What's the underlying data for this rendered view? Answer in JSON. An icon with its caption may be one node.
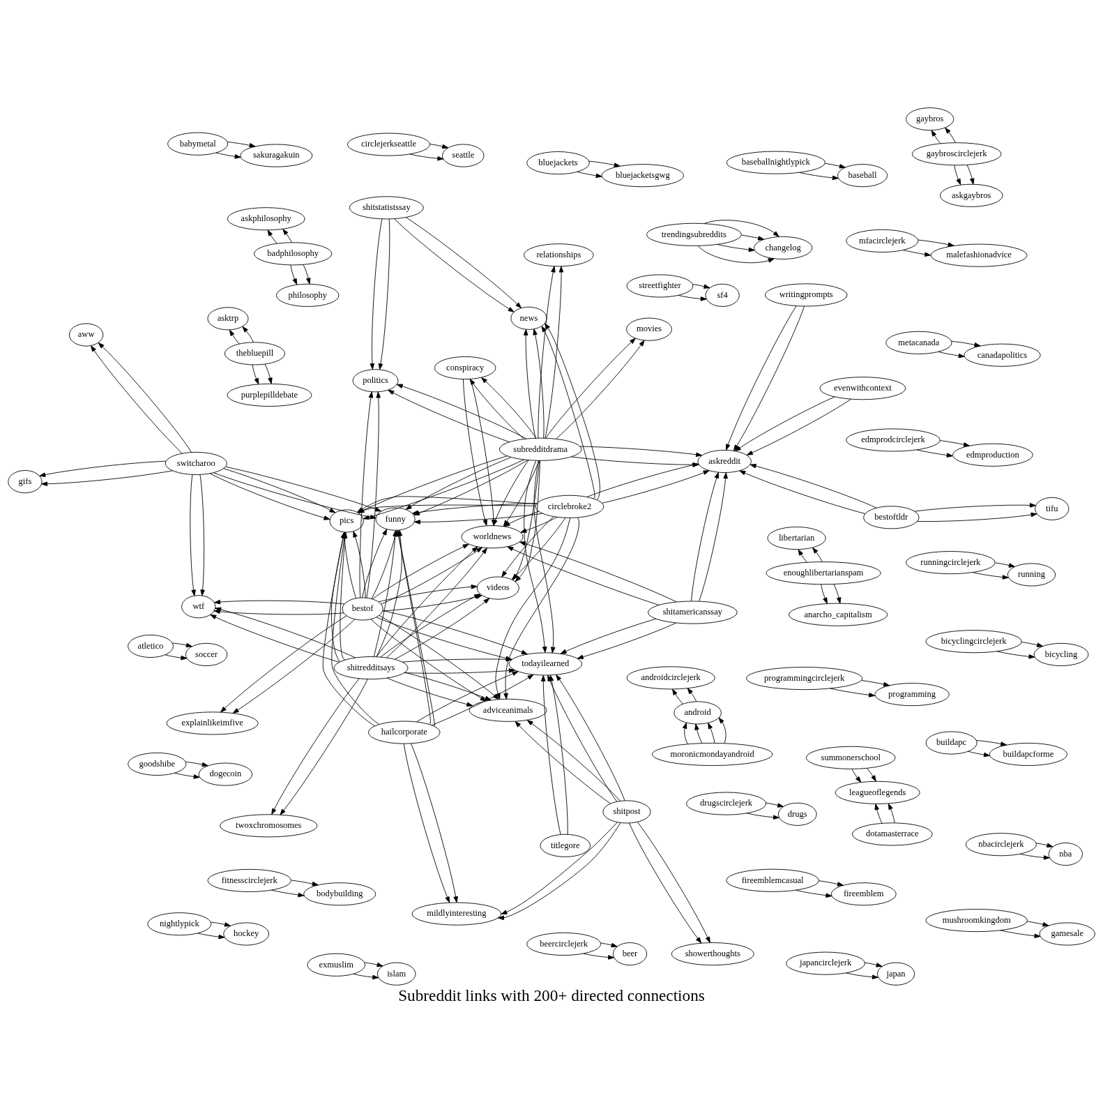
{
  "diagram": {
    "title": "Subreddit links with 200+ directed connections",
    "nodes": [
      {
        "text": [
          "asktrp"
        ]
      },
      {
        "text": [
          "aww"
        ]
      },
      {
        "text": [
          "gaybros"
        ]
      },
      {
        "text": [
          "thebluepill"
        ]
      },
      {
        "text": [
          "streetfighter"
        ]
      },
      {
        "text": [
          "atletico"
        ]
      },
      {
        "text": [
          "sf4"
        ]
      },
      {
        "text": [
          "soccer"
        ]
      },
      {
        "text": [
          "gaybroscirclejerk"
        ]
      },
      {
        "text": [
          "purplepilldebate"
        ]
      },
      {
        "text": [
          "twoxchromosomes"
        ]
      },
      {
        "text": [
          "askgaybros"
        ]
      },
      {
        "text": [
          "metacanada"
        ]
      },
      {
        "text": [
          "canadapolitics"
        ]
      },
      {
        "text": [
          "runningcirclejerk"
        ]
      },
      {
        "text": [
          "running"
        ]
      },
      {
        "text": [
          "gifs"
        ]
      },
      {
        "text": [
          "wtf"
        ]
      },
      {
        "text": [
          "androidcirclejerk"
        ]
      },
      {
        "text": [
          "nightlypick"
        ]
      },
      {
        "text": [
          "explainlikeimfive"
        ]
      },
      {
        "text": [
          "hockey"
        ]
      },
      {
        "text": [
          "switcharoo"
        ]
      },
      {
        "text": [
          "android"
        ]
      },
      {
        "text": [
          "moronicmondayandroid"
        ]
      },
      {
        "text": [
          "mildlyinteresting"
        ]
      },
      {
        "text": [
          "shitredditsays"
        ]
      },
      {
        "text": [
          "summonerschool"
        ]
      },
      {
        "text": [
          "hailcorporate"
        ]
      },
      {
        "text": [
          "libertarian"
        ]
      },
      {
        "text": [
          "leagueoflegends"
        ]
      },
      {
        "text": [
          "pics"
        ]
      },
      {
        "text": [
          "enoughlibertarianspam"
        ]
      },
      {
        "text": [
          "dotamasterrace"
        ]
      },
      {
        "text": [
          "bestof"
        ]
      },
      {
        "text": [
          "funny"
        ]
      },
      {
        "text": [
          "anarcho_capitalism"
        ]
      },
      {
        "text": [
          "videos"
        ]
      },
      {
        "text": [
          "buildapc"
        ]
      },
      {
        "text": [
          "beercirclejerk"
        ]
      },
      {
        "text": [
          "buildapcforme"
        ]
      },
      {
        "text": [
          "adviceanimals"
        ]
      },
      {
        "text": [
          "beer"
        ]
      },
      {
        "text": [
          "shitpost"
        ]
      },
      {
        "text": [
          "showerthoughts"
        ]
      },
      {
        "text": [
          "worldnews"
        ]
      },
      {
        "text": [
          "todayilearned"
        ]
      },
      {
        "text": [
          "conspiracy"
        ]
      },
      {
        "text": [
          "edmprodcirclejerk"
        ]
      },
      {
        "text": [
          "circlebroke2"
        ]
      },
      {
        "text": [
          "edmproduction"
        ]
      },
      {
        "text": [
          "relationships"
        ]
      },
      {
        "text": [
          "subredditdrama"
        ]
      },
      {
        "text": [
          "circlejerkseattle"
        ]
      },
      {
        "text": [
          "politics"
        ]
      },
      {
        "text": [
          "titlegore"
        ]
      },
      {
        "text": [
          "seattle"
        ]
      },
      {
        "text": [
          "japancirclejerk"
        ]
      },
      {
        "text": [
          "japan"
        ]
      },
      {
        "text": [
          "fitnesscirclejerk"
        ]
      },
      {
        "text": [
          "bodybuilding"
        ]
      },
      {
        "text": [
          "shitamericanssay"
        ]
      },
      {
        "text": [
          "programmingcirclejerk"
        ]
      },
      {
        "text": [
          "programming"
        ]
      },
      {
        "text": [
          "askreddit"
        ]
      },
      {
        "text": [
          "evenwithcontext"
        ]
      },
      {
        "text": [
          "news"
        ]
      },
      {
        "text": [
          "babymetal"
        ]
      },
      {
        "text": [
          "sakuragakuin"
        ]
      },
      {
        "text": [
          "movies"
        ]
      },
      {
        "text": [
          "mfacirclejerk"
        ]
      },
      {
        "text": [
          "shitstatistssay"
        ]
      },
      {
        "text": [
          "malefashionadvice"
        ]
      },
      {
        "text": [
          "nbacirclejerk"
        ]
      },
      {
        "text": [
          "nba"
        ]
      },
      {
        "text": [
          "mushroomkingdom"
        ]
      },
      {
        "text": [
          "writingprompts"
        ]
      },
      {
        "text": [
          "gamesale"
        ]
      },
      {
        "text": [
          "bicyclingcirclejerk"
        ]
      },
      {
        "text": [
          "bicycling"
        ]
      },
      {
        "text": [
          "trendingsubreddits"
        ]
      },
      {
        "text": [
          "changelog"
        ]
      },
      {
        "text": [
          "askphilosophy"
        ]
      },
      {
        "text": [
          "fireemblemcasual"
        ]
      },
      {
        "text": [
          "baseballnightlypick"
        ]
      },
      {
        "text": [
          "badphilosophy"
        ]
      },
      {
        "text": [
          "bestoftldr"
        ]
      },
      {
        "text": [
          "fireemblem"
        ]
      },
      {
        "text": [
          "baseball"
        ]
      },
      {
        "text": [
          "bluejackets"
        ]
      },
      {
        "text": [
          "bluejacketsgwg"
        ]
      },
      {
        "text": [
          "philosophy"
        ]
      },
      {
        "text": [
          "exmuslim"
        ]
      },
      {
        "text": [
          "islam"
        ]
      },
      {
        "text": [
          "goodshibe"
        ]
      },
      {
        "text": [
          "drugscirclejerk"
        ]
      },
      {
        "text": [
          "drugs"
        ]
      },
      {
        "text": [
          "dogecoin"
        ]
      },
      {
        "text": [
          "tifu"
        ]
      }
    ],
    "edges": [
      {
        "from": 22,
        "to": 1,
        "arrow": "to"
      },
      {
        "from": 22,
        "to": 1,
        "arrow": "to"
      },
      {
        "from": 22,
        "to": 16,
        "arrow": "to"
      },
      {
        "from": 22,
        "to": 16,
        "arrow": "to"
      },
      {
        "from": 22,
        "to": 17,
        "arrow": "to"
      },
      {
        "from": 22,
        "to": 17,
        "arrow": "to"
      },
      {
        "from": 22,
        "to": 31,
        "arrow": "to"
      },
      {
        "from": 22,
        "to": 31,
        "arrow": "to"
      },
      {
        "from": 22,
        "to": 35,
        "arrow": "to"
      },
      {
        "from": 22,
        "to": 35,
        "arrow": "to"
      },
      {
        "from": 8,
        "to": 2,
        "arrow": "to"
      },
      {
        "from": 8,
        "to": 2,
        "arrow": "to"
      },
      {
        "from": 8,
        "to": 11,
        "arrow": "to"
      },
      {
        "from": 8,
        "to": 11,
        "arrow": "to"
      },
      {
        "from": 3,
        "to": 0,
        "arrow": "to"
      },
      {
        "from": 3,
        "to": 0,
        "arrow": "to"
      },
      {
        "from": 3,
        "to": 9,
        "arrow": "to"
      },
      {
        "from": 3,
        "to": 9,
        "arrow": "to"
      },
      {
        "from": 4,
        "to": 6,
        "arrow": "to"
      },
      {
        "from": 4,
        "to": 6,
        "arrow": "to"
      },
      {
        "from": 5,
        "to": 7,
        "arrow": "to"
      },
      {
        "from": 5,
        "to": 7,
        "arrow": "to"
      },
      {
        "from": 12,
        "to": 13,
        "arrow": "to"
      },
      {
        "from": 12,
        "to": 13,
        "arrow": "to"
      },
      {
        "from": 14,
        "to": 15,
        "arrow": "to"
      },
      {
        "from": 14,
        "to": 15,
        "arrow": "to"
      },
      {
        "from": 23,
        "to": 18,
        "arrow": "to"
      },
      {
        "from": 23,
        "to": 18,
        "arrow": "to"
      },
      {
        "from": 24,
        "to": 23,
        "arrow": "to"
      },
      {
        "from": 24,
        "to": 23,
        "arrow": "to"
      },
      {
        "from": 24,
        "to": 23,
        "arrow": "to"
      },
      {
        "from": 24,
        "to": 23,
        "arrow": "to"
      },
      {
        "from": 19,
        "to": 21,
        "arrow": "to"
      },
      {
        "from": 19,
        "to": 21,
        "arrow": "to"
      },
      {
        "from": 26,
        "to": 17,
        "arrow": "to"
      },
      {
        "from": 26,
        "to": 17,
        "arrow": "to"
      },
      {
        "from": 26,
        "to": 10,
        "arrow": "to"
      },
      {
        "from": 26,
        "to": 10,
        "arrow": "to"
      },
      {
        "from": 26,
        "to": 31,
        "arrow": "to"
      },
      {
        "from": 26,
        "to": 31,
        "arrow": "to"
      },
      {
        "from": 26,
        "to": 35,
        "arrow": "to"
      },
      {
        "from": 26,
        "to": 35,
        "arrow": "to"
      },
      {
        "from": 26,
        "to": 37,
        "arrow": "to"
      },
      {
        "from": 26,
        "to": 37,
        "arrow": "to"
      },
      {
        "from": 26,
        "to": 45,
        "arrow": "to"
      },
      {
        "from": 26,
        "to": 45,
        "arrow": "to"
      },
      {
        "from": 26,
        "to": 41,
        "arrow": "to"
      },
      {
        "from": 26,
        "to": 41,
        "arrow": "to"
      },
      {
        "from": 26,
        "to": 46,
        "arrow": "to"
      },
      {
        "from": 26,
        "to": 46,
        "arrow": "to"
      },
      {
        "from": 34,
        "to": 17,
        "arrow": "to"
      },
      {
        "from": 34,
        "to": 17,
        "arrow": "to"
      },
      {
        "from": 34,
        "to": 20,
        "arrow": "to"
      },
      {
        "from": 34,
        "to": 20,
        "arrow": "to"
      },
      {
        "from": 34,
        "to": 31,
        "arrow": "to"
      },
      {
        "from": 34,
        "to": 31,
        "arrow": "to"
      },
      {
        "from": 34,
        "to": 35,
        "arrow": "to"
      },
      {
        "from": 34,
        "to": 35,
        "arrow": "to"
      },
      {
        "from": 34,
        "to": 37,
        "arrow": "to"
      },
      {
        "from": 34,
        "to": 37,
        "arrow": "to"
      },
      {
        "from": 34,
        "to": 45,
        "arrow": "to"
      },
      {
        "from": 34,
        "to": 45,
        "arrow": "to"
      },
      {
        "from": 34,
        "to": 41,
        "arrow": "to"
      },
      {
        "from": 34,
        "to": 41,
        "arrow": "to"
      },
      {
        "from": 34,
        "to": 46,
        "arrow": "to"
      },
      {
        "from": 34,
        "to": 46,
        "arrow": "to"
      },
      {
        "from": 34,
        "to": 54,
        "arrow": "to"
      },
      {
        "from": 34,
        "to": 54,
        "arrow": "to"
      },
      {
        "from": 28,
        "to": 25,
        "arrow": "to"
      },
      {
        "from": 28,
        "to": 25,
        "arrow": "to"
      },
      {
        "from": 28,
        "to": 31,
        "arrow": "to"
      },
      {
        "from": 28,
        "to": 31,
        "arrow": "to"
      },
      {
        "from": 28,
        "to": 35,
        "arrow": "to"
      },
      {
        "from": 28,
        "to": 35,
        "arrow": "to"
      },
      {
        "from": 28,
        "to": 46,
        "arrow": "to"
      },
      {
        "from": 28,
        "to": 46,
        "arrow": "to"
      },
      {
        "from": 52,
        "to": 47,
        "arrow": "to"
      },
      {
        "from": 52,
        "to": 47,
        "arrow": "to"
      },
      {
        "from": 52,
        "to": 51,
        "arrow": "to"
      },
      {
        "from": 52,
        "to": 51,
        "arrow": "to"
      },
      {
        "from": 52,
        "to": 64,
        "arrow": "to"
      },
      {
        "from": 52,
        "to": 64,
        "arrow": "to"
      },
      {
        "from": 52,
        "to": 69,
        "arrow": "to"
      },
      {
        "from": 52,
        "to": 69,
        "arrow": "to"
      },
      {
        "from": 52,
        "to": 66,
        "arrow": "to"
      },
      {
        "from": 52,
        "to": 66,
        "arrow": "to"
      },
      {
        "from": 52,
        "to": 54,
        "arrow": "to"
      },
      {
        "from": 52,
        "to": 54,
        "arrow": "to"
      },
      {
        "from": 52,
        "to": 46,
        "arrow": "to"
      },
      {
        "from": 52,
        "to": 46,
        "arrow": "to"
      },
      {
        "from": 52,
        "to": 45,
        "arrow": "to"
      },
      {
        "from": 52,
        "to": 45,
        "arrow": "to"
      },
      {
        "from": 52,
        "to": 37,
        "arrow": "to"
      },
      {
        "from": 52,
        "to": 37,
        "arrow": "to"
      },
      {
        "from": 52,
        "to": 31,
        "arrow": "to"
      },
      {
        "from": 52,
        "to": 31,
        "arrow": "to"
      },
      {
        "from": 52,
        "to": 35,
        "arrow": "to"
      },
      {
        "from": 52,
        "to": 35,
        "arrow": "to"
      },
      {
        "from": 49,
        "to": 31,
        "arrow": "to"
      },
      {
        "from": 49,
        "to": 31,
        "arrow": "to"
      },
      {
        "from": 49,
        "to": 35,
        "arrow": "to"
      },
      {
        "from": 49,
        "to": 35,
        "arrow": "to"
      },
      {
        "from": 49,
        "to": 37,
        "arrow": "to"
      },
      {
        "from": 49,
        "to": 37,
        "arrow": "to"
      },
      {
        "from": 49,
        "to": 45,
        "arrow": "to"
      },
      {
        "from": 49,
        "to": 45,
        "arrow": "to"
      },
      {
        "from": 49,
        "to": 41,
        "arrow": "to"
      },
      {
        "from": 49,
        "to": 41,
        "arrow": "to"
      },
      {
        "from": 49,
        "to": 64,
        "arrow": "to"
      },
      {
        "from": 49,
        "to": 64,
        "arrow": "to"
      },
      {
        "from": 49,
        "to": 66,
        "arrow": "to"
      },
      {
        "from": 49,
        "to": 66,
        "arrow": "to"
      },
      {
        "from": 47,
        "to": 45,
        "arrow": "to"
      },
      {
        "from": 47,
        "to": 45,
        "arrow": "to"
      },
      {
        "from": 43,
        "to": 25,
        "arrow": "to"
      },
      {
        "from": 43,
        "to": 25,
        "arrow": "to"
      },
      {
        "from": 43,
        "to": 41,
        "arrow": "to"
      },
      {
        "from": 43,
        "to": 41,
        "arrow": "to"
      },
      {
        "from": 43,
        "to": 46,
        "arrow": "to"
      },
      {
        "from": 43,
        "to": 46,
        "arrow": "to"
      },
      {
        "from": 43,
        "to": 44,
        "arrow": "to"
      },
      {
        "from": 43,
        "to": 44,
        "arrow": "to"
      },
      {
        "from": 55,
        "to": 46,
        "arrow": "to"
      },
      {
        "from": 55,
        "to": 46,
        "arrow": "to"
      },
      {
        "from": 61,
        "to": 64,
        "arrow": "to"
      },
      {
        "from": 61,
        "to": 64,
        "arrow": "to"
      },
      {
        "from": 61,
        "to": 45,
        "arrow": "to"
      },
      {
        "from": 61,
        "to": 45,
        "arrow": "to"
      },
      {
        "from": 61,
        "to": 46,
        "arrow": "to"
      },
      {
        "from": 61,
        "to": 46,
        "arrow": "to"
      },
      {
        "from": 71,
        "to": 66,
        "arrow": "to"
      },
      {
        "from": 71,
        "to": 66,
        "arrow": "to"
      },
      {
        "from": 71,
        "to": 54,
        "arrow": "to"
      },
      {
        "from": 71,
        "to": 54,
        "arrow": "to"
      },
      {
        "from": 65,
        "to": 64,
        "arrow": "to"
      },
      {
        "from": 65,
        "to": 64,
        "arrow": "to"
      },
      {
        "from": 76,
        "to": 64,
        "arrow": "to"
      },
      {
        "from": 76,
        "to": 64,
        "arrow": "to"
      },
      {
        "from": 86,
        "to": 64,
        "arrow": "to"
      },
      {
        "from": 86,
        "to": 64,
        "arrow": "to"
      },
      {
        "from": 86,
        "to": 98,
        "arrow": "to"
      },
      {
        "from": 86,
        "to": 98,
        "arrow": "to"
      },
      {
        "from": 27,
        "to": 30,
        "arrow": "to"
      },
      {
        "from": 27,
        "to": 30,
        "arrow": "to"
      },
      {
        "from": 33,
        "to": 30,
        "arrow": "to"
      },
      {
        "from": 33,
        "to": 30,
        "arrow": "to"
      },
      {
        "from": 32,
        "to": 29,
        "arrow": "to"
      },
      {
        "from": 32,
        "to": 29,
        "arrow": "to"
      },
      {
        "from": 32,
        "to": 36,
        "arrow": "to"
      },
      {
        "from": 32,
        "to": 36,
        "arrow": "to"
      },
      {
        "from": 38,
        "to": 40,
        "arrow": "to"
      },
      {
        "from": 38,
        "to": 40,
        "arrow": "to"
      },
      {
        "from": 39,
        "to": 42,
        "arrow": "to"
      },
      {
        "from": 39,
        "to": 42,
        "arrow": "to"
      },
      {
        "from": 48,
        "to": 50,
        "arrow": "to"
      },
      {
        "from": 48,
        "to": 50,
        "arrow": "to"
      },
      {
        "from": 53,
        "to": 56,
        "arrow": "to"
      },
      {
        "from": 53,
        "to": 56,
        "arrow": "to"
      },
      {
        "from": 57,
        "to": 58,
        "arrow": "to"
      },
      {
        "from": 57,
        "to": 58,
        "arrow": "to"
      },
      {
        "from": 59,
        "to": 60,
        "arrow": "to"
      },
      {
        "from": 59,
        "to": 60,
        "arrow": "to"
      },
      {
        "from": 62,
        "to": 63,
        "arrow": "to"
      },
      {
        "from": 62,
        "to": 63,
        "arrow": "to"
      },
      {
        "from": 67,
        "to": 68,
        "arrow": "to"
      },
      {
        "from": 67,
        "to": 68,
        "arrow": "to"
      },
      {
        "from": 70,
        "to": 72,
        "arrow": "to"
      },
      {
        "from": 70,
        "to": 72,
        "arrow": "to"
      },
      {
        "from": 73,
        "to": 74,
        "arrow": "to"
      },
      {
        "from": 73,
        "to": 74,
        "arrow": "to"
      },
      {
        "from": 75,
        "to": 77,
        "arrow": "to"
      },
      {
        "from": 75,
        "to": 77,
        "arrow": "to"
      },
      {
        "from": 78,
        "to": 79,
        "arrow": "to"
      },
      {
        "from": 78,
        "to": 79,
        "arrow": "to"
      },
      {
        "from": 80,
        "to": 81,
        "arrow": "to"
      },
      {
        "from": 80,
        "to": 81,
        "arrow": "to"
      },
      {
        "from": 80,
        "to": 81,
        "arrow": "to"
      },
      {
        "from": 80,
        "to": 81,
        "arrow": "to"
      },
      {
        "from": 85,
        "to": 82,
        "arrow": "to"
      },
      {
        "from": 85,
        "to": 82,
        "arrow": "to"
      },
      {
        "from": 85,
        "to": 91,
        "arrow": "to"
      },
      {
        "from": 85,
        "to": 91,
        "arrow": "to"
      },
      {
        "from": 83,
        "to": 87,
        "arrow": "to"
      },
      {
        "from": 83,
        "to": 87,
        "arrow": "to"
      },
      {
        "from": 84,
        "to": 88,
        "arrow": "to"
      },
      {
        "from": 84,
        "to": 88,
        "arrow": "to"
      },
      {
        "from": 89,
        "to": 90,
        "arrow": "to"
      },
      {
        "from": 89,
        "to": 90,
        "arrow": "to"
      },
      {
        "from": 92,
        "to": 93,
        "arrow": "to"
      },
      {
        "from": 92,
        "to": 93,
        "arrow": "to"
      },
      {
        "from": 94,
        "to": 97,
        "arrow": "to"
      },
      {
        "from": 94,
        "to": 97,
        "arrow": "to"
      },
      {
        "from": 95,
        "to": 96,
        "arrow": "to"
      },
      {
        "from": 95,
        "to": 96,
        "arrow": "to"
      }
    ]
  }
}
